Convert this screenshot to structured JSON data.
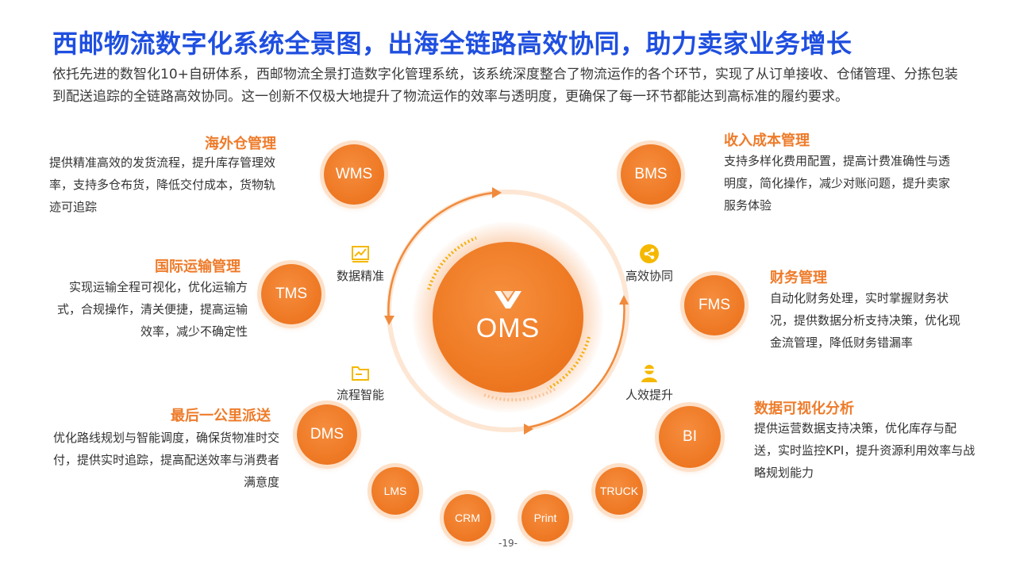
{
  "title": "西邮物流数字化系统全景图，出海全链路高效协同，助力卖家业务增长",
  "intro": "依托先进的数智化10+自研体系，西邮物流全景打造数字化管理系统，该系统深度整合了物流运作的各个环节，实现了从订单接收、仓储管理、分拣包装到配送追踪的全链路高效协同。这一创新不仅极大地提升了物流运作的效率与透明度，更确保了每一环节都能达到高标准的履约要求。",
  "center": {
    "label": "OMS"
  },
  "nodes": {
    "wms": "WMS",
    "tms": "TMS",
    "dms": "DMS",
    "lms": "LMS",
    "crm": "CRM",
    "print": "Print",
    "truck": "TRUCK",
    "bi": "BI",
    "fms": "FMS",
    "bms": "BMS"
  },
  "features": {
    "data_precise": "数据精准",
    "collab": "高效协同",
    "flow_smart": "流程智能",
    "efficiency": "人效提升"
  },
  "sections": {
    "overseas_wh": {
      "title": "海外仓管理",
      "desc": "提供精准高效的发货流程，提升库存管理效率，支持多仓布货，降低交付成本，货物轨迹可追踪"
    },
    "intl_transport": {
      "title": "国际运输管理",
      "desc": "实现运输全程可视化，优化运输方式，合规操作，清关便捷，提高运输效率，减少不确定性"
    },
    "last_mile": {
      "title": "最后一公里派送",
      "desc": "优化路线规划与智能调度，确保货物准时交付，提供实时追踪，提高配送效率与消费者满意度"
    },
    "revenue_cost": {
      "title": "收入成本管理",
      "desc": "支持多样化费用配置，提高计费准确性与透明度，简化操作，减少对账问题，提升卖家服务体验"
    },
    "finance": {
      "title": "财务管理",
      "desc": "自动化财务处理，实时掌握财务状况，提供数据分析支持决策，优化现金流管理，降低财务错漏率"
    },
    "bi_analysis": {
      "title": "数据可视化分析",
      "desc": "提供运营数据支持决策，优化库存与配送，实时监控KPI，提升资源利用效率与战略规划能力"
    }
  },
  "page_number": "-19-",
  "colors": {
    "title_blue": "#1f4fe0",
    "accent_orange": "#ef7a26",
    "icon_yellow": "#f5b800"
  }
}
